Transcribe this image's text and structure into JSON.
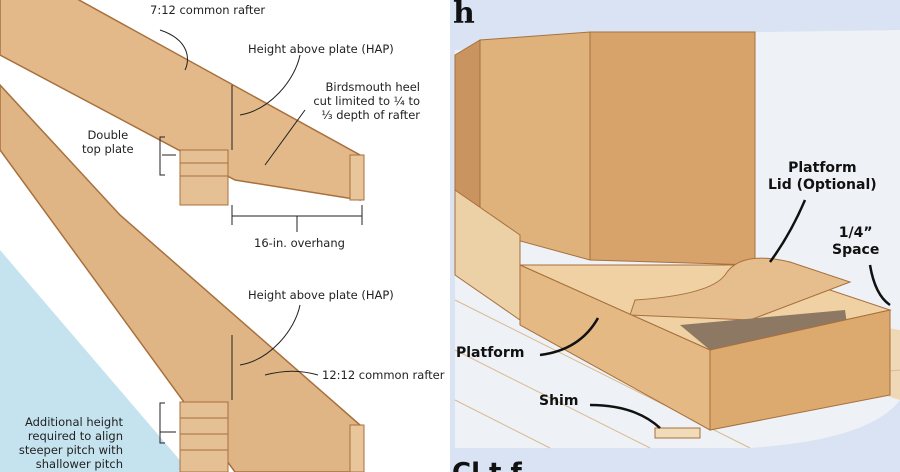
{
  "left_diagram": {
    "labels": {
      "rafter_712": "7:12 common rafter",
      "hap_top": "Height above plate (HAP)",
      "birdsmouth_1": "Birdsmouth heel",
      "birdsmouth_2": "cut limited to ¼ to",
      "birdsmouth_3": "⅓ depth of rafter",
      "double_plate_1": "Double",
      "double_plate_2": "top plate",
      "overhang": "16-in. overhang",
      "hap_bottom": "Height above plate (HAP)",
      "rafter_1212": "12:12 common rafter",
      "additional_1": "Additional height",
      "additional_2": "required to align",
      "additional_3": "steeper pitch with",
      "additional_4": "shallower pitch"
    },
    "colors": {
      "wood": "#e2b98a",
      "wood_edge": "#b07a45",
      "blue": "#bfe0ee"
    }
  },
  "right_diagram": {
    "panel_letter": "h",
    "labels": {
      "platform_lid_1": "Platform",
      "platform_lid_2": "Lid (Optional)",
      "space_1": "1/4”",
      "space_2": "Space",
      "platform": "Platform",
      "shim": "Shim"
    },
    "bottom_text": "Cl        t      f",
    "colors": {
      "background": "#d9e3f3",
      "wood": "#e8c192",
      "floor": "#efd9b8"
    }
  }
}
